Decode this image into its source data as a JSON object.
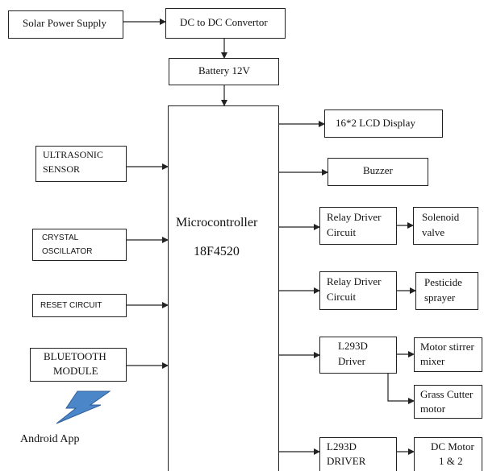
{
  "blocks": {
    "solar": "Solar Power Supply",
    "dcdc": "DC to DC Convertor",
    "battery": "Battery 12V",
    "lcd": "16*2 LCD Display",
    "buzzer": "Buzzer",
    "mcu_title": "Microcontroller",
    "mcu_model": "18F4520",
    "ultrasonic_l1": "ULTRASONIC",
    "ultrasonic_l2": "SENSOR",
    "crystal_l1": "CRYSTAL",
    "crystal_l2": "OSCILLATOR",
    "reset": "RESET CIRCUIT",
    "bt_l1": "BLUETOOTH",
    "bt_l2": "MODULE",
    "android": "Android App",
    "relay1_l1": "Relay Driver",
    "relay1_l2": "Circuit",
    "solenoid_l1": "Solenoid",
    "solenoid_l2": "valve",
    "relay2_l1": "Relay Driver",
    "relay2_l2": "Circuit",
    "pesticide_l1": "Pesticide",
    "pesticide_l2": "sprayer",
    "l293a_l1": "L293D",
    "l293a_l2": "Driver",
    "stirrer_l1": "Motor stirrer",
    "stirrer_l2": "mixer",
    "grass_l1": "Grass Cutter",
    "grass_l2": "motor",
    "l293b_l1": "L293D",
    "l293b_l2": "DRIVER",
    "dcmotor_l1": "DC Motor",
    "dcmotor_l2": "1 & 2"
  },
  "colors": {
    "lightning": "#4a86c8",
    "lightning_edge": "#2f5f9a",
    "line": "#222222"
  }
}
